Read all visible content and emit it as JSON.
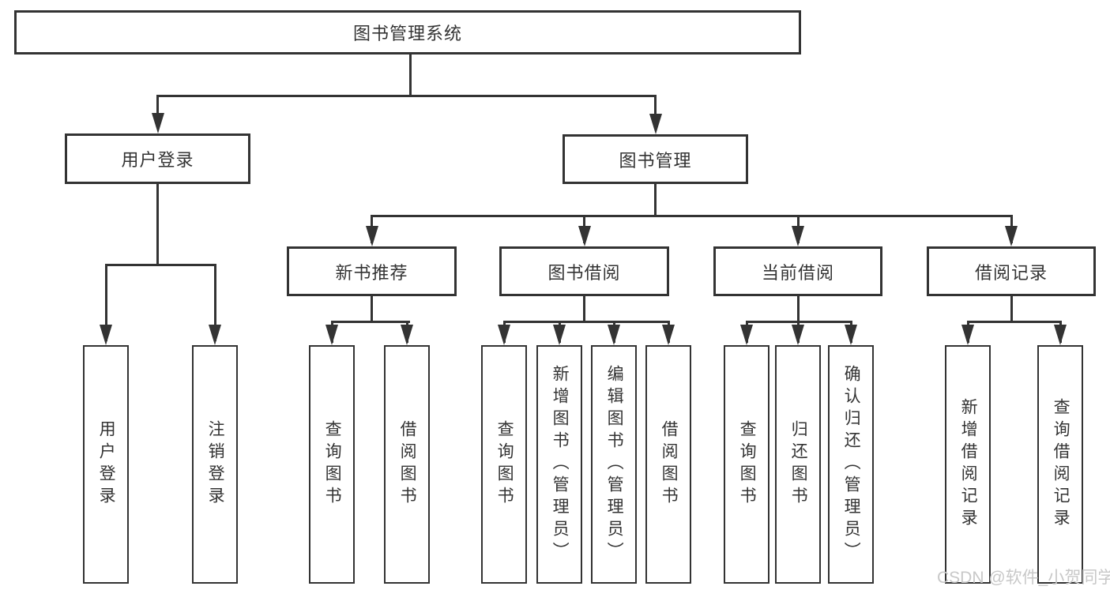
{
  "tree": {
    "label": "图书管理系统",
    "children": [
      {
        "label": "用户登录",
        "children": [
          {
            "label": "用户登录"
          },
          {
            "label": "注销登录"
          }
        ]
      },
      {
        "label": "图书管理",
        "children": [
          {
            "label": "新书推荐",
            "children": [
              {
                "label": "查询图书"
              },
              {
                "label": "借阅图书"
              }
            ]
          },
          {
            "label": "图书借阅",
            "children": [
              {
                "label": "查询图书"
              },
              {
                "label": "新增图书（管理员）"
              },
              {
                "label": "编辑图书（管理员）"
              },
              {
                "label": "借阅图书"
              }
            ]
          },
          {
            "label": "当前借阅",
            "children": [
              {
                "label": "查询图书"
              },
              {
                "label": "归还图书"
              },
              {
                "label": "确认归还（管理员）"
              }
            ]
          },
          {
            "label": "借阅记录",
            "children": [
              {
                "label": "新增借阅记录"
              },
              {
                "label": "查询借阅记录"
              }
            ]
          }
        ]
      }
    ]
  },
  "watermark": {
    "text": "CSDN @软件_小贺同学"
  },
  "colors": {
    "line": "#333333",
    "text": "#333333",
    "watermark": "#c8c8c8",
    "background": "#ffffff"
  }
}
